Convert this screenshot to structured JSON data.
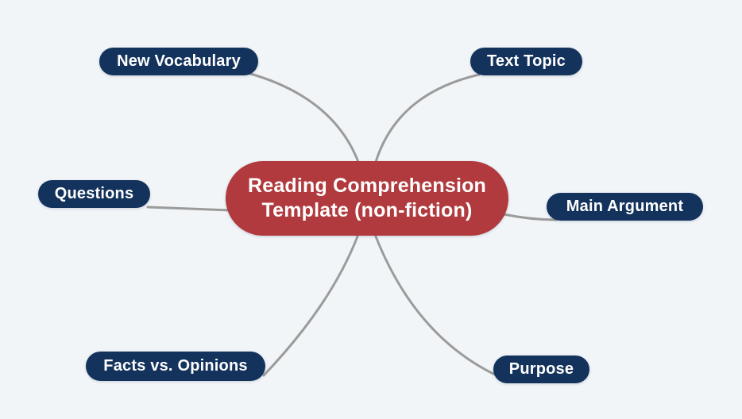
{
  "canvas": {
    "background_color": "#f1f5f8",
    "connector_color": "#9b9b9b"
  },
  "mindmap": {
    "center": {
      "label_line1": "Reading Comprehension",
      "label_line2": "Template (non-fiction)",
      "fill_color": "#b13a3e",
      "text_color": "#ffffff"
    },
    "branch_fill_color": "#13325c",
    "branch_text_color": "#ffffff",
    "branches": [
      {
        "id": "new-vocabulary",
        "label": "New Vocabulary",
        "position": "top-left"
      },
      {
        "id": "text-topic",
        "label": "Text Topic",
        "position": "top-right"
      },
      {
        "id": "questions",
        "label": "Questions",
        "position": "middle-left"
      },
      {
        "id": "main-argument",
        "label": "Main Argument",
        "position": "middle-right"
      },
      {
        "id": "facts-vs-opinions",
        "label": "Facts vs. Opinions",
        "position": "bottom-left"
      },
      {
        "id": "purpose",
        "label": "Purpose",
        "position": "bottom-right"
      }
    ]
  }
}
